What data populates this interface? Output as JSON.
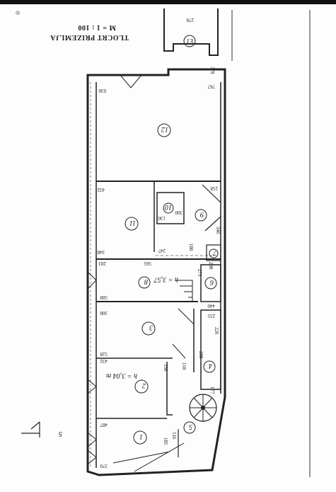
{
  "header": {
    "title": "TLOCRT PRIZEMLJA",
    "scale": "M = 1 : 100"
  },
  "markers": {
    "corner": "◎",
    "north": "S"
  },
  "heights": {
    "upper": "h = 3,57",
    "lower": "h = 3,04 m"
  },
  "rooms": [
    "1",
    "2",
    "3",
    "4",
    "5",
    "6",
    "7",
    "8",
    "9",
    "10",
    "11",
    "12",
    "13"
  ],
  "dims": {
    "d278": "278",
    "d378": "378",
    "d767": "767",
    "d630": "630",
    "d432": "432",
    "d258": "258",
    "d300": "300",
    "d130": "130",
    "d346": "346",
    "d180": "180",
    "d247": "247",
    "d565": "565",
    "d348": "348",
    "d283": "283",
    "d273": "273",
    "d298": "298",
    "d588": "588",
    "d440": "440",
    "d308": "308",
    "d255": "255",
    "d226": "226",
    "d528": "528",
    "d432b": "432",
    "d288": "288",
    "d358": "358",
    "d118": "118",
    "d177": "177",
    "d487": "487",
    "d516": "516",
    "d185": "185",
    "d370": "370"
  }
}
